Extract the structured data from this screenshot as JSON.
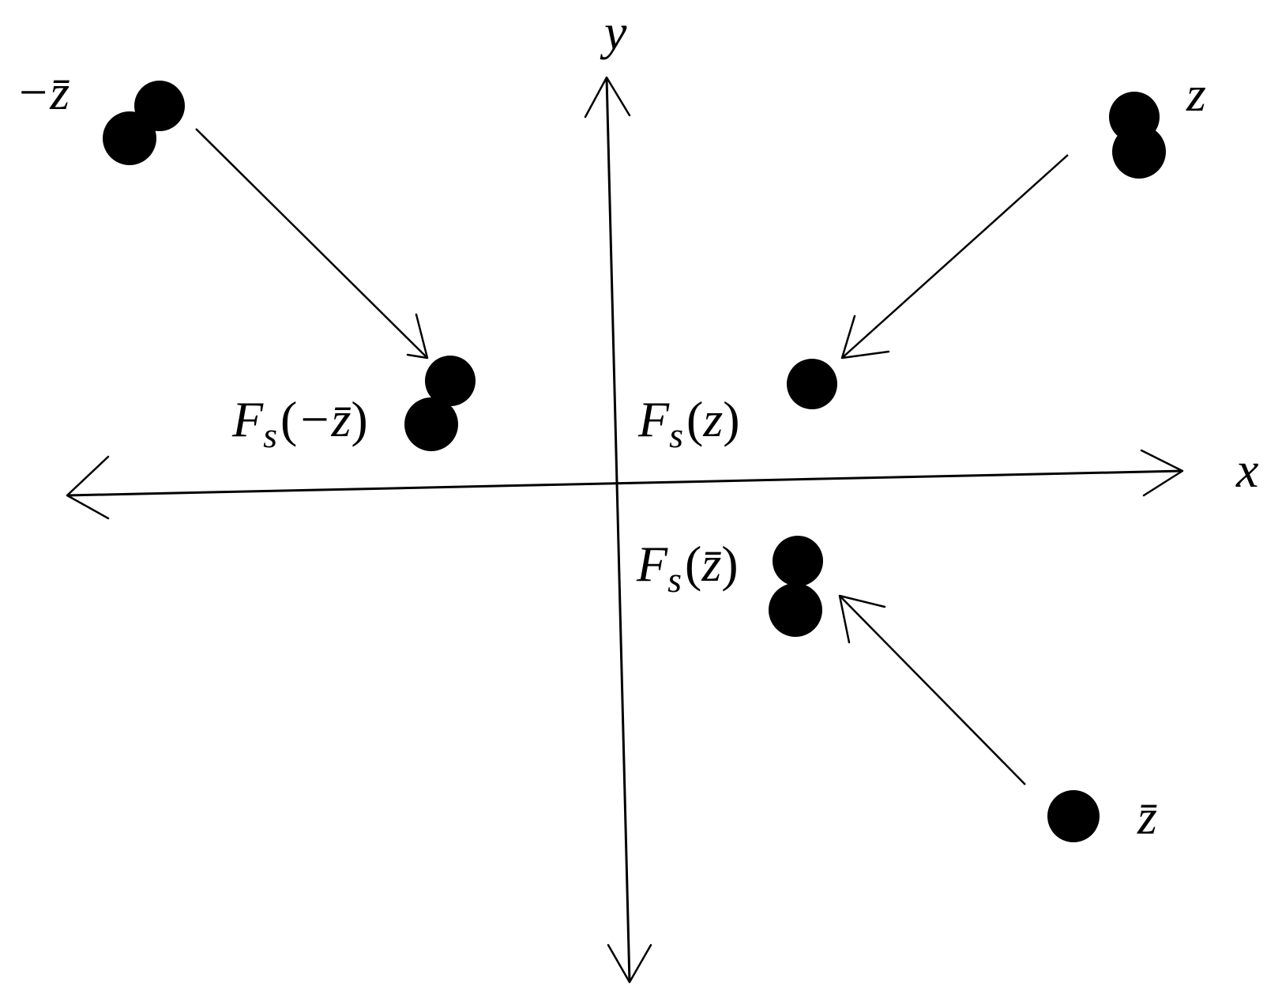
{
  "axes": {
    "x_label": "x",
    "y_label": "y"
  },
  "points": {
    "z": "z",
    "neg_zbar": "−z̄",
    "zbar": "z̄",
    "fs_z": {
      "F": "F",
      "s": "s",
      "open": "(",
      "arg": "z",
      "close": ")"
    },
    "fs_neg_zbar": {
      "F": "F",
      "s": "s",
      "open": "(",
      "arg": "−z̄",
      "close": ")"
    },
    "fs_zbar": {
      "F": "F",
      "s": "s",
      "open": "(",
      "arg": "z̄",
      "close": ")"
    }
  },
  "colors": {
    "ink": "#000000",
    "background": "#ffffff"
  }
}
